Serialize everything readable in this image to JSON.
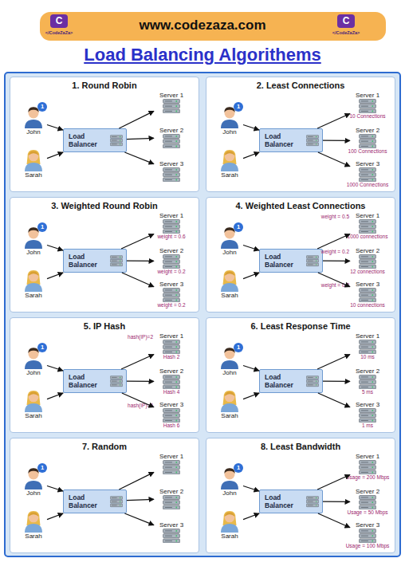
{
  "diagram": {
    "title": "Load Balancing Algorithems",
    "nodes": [
      {
        "text": [
          "1. Round Robin"
        ]
      },
      {
        "text": [
          "John"
        ],
        "in": 0
      },
      {
        "text": [
          "1"
        ],
        "in": 1
      },
      {
        "text": [
          "Sarah"
        ],
        "in": 0
      },
      {
        "text": [
          "Load Balancer"
        ],
        "in": 0
      },
      {
        "text": [
          "Server 1"
        ],
        "in": 0
      },
      {
        "text": [
          "Server 2"
        ],
        "in": 0
      },
      {
        "text": [
          "Server 3"
        ],
        "in": 0
      },
      {
        "text": [
          "2. Least Connections"
        ]
      },
      {
        "text": [
          "John"
        ],
        "in": 8
      },
      {
        "text": [
          "1"
        ],
        "in": 9
      },
      {
        "text": [
          "Sarah"
        ],
        "in": 8
      },
      {
        "text": [
          "Load Balancer"
        ],
        "in": 8
      },
      {
        "text": [
          "Server 1",
          "10 Connections"
        ],
        "in": 8
      },
      {
        "text": [
          "Server 2",
          "100 Connections"
        ],
        "in": 8
      },
      {
        "text": [
          "Server 3",
          "1000 Connections"
        ],
        "in": 8
      },
      {
        "text": [
          "3. Weighted Round Robin"
        ]
      },
      {
        "text": [
          "John"
        ],
        "in": 16
      },
      {
        "text": [
          "1"
        ],
        "in": 17
      },
      {
        "text": [
          "Sarah"
        ],
        "in": 16
      },
      {
        "text": [
          "Load Balancer"
        ],
        "in": 16
      },
      {
        "text": [
          "Server 1",
          "weight = 0.6"
        ],
        "in": 16
      },
      {
        "text": [
          "Server 2",
          "weight = 0.2"
        ],
        "in": 16
      },
      {
        "text": [
          "Server 3",
          "weight = 0.2"
        ],
        "in": 16
      },
      {
        "text": [
          "4. Weighted Least Connections"
        ]
      },
      {
        "text": [
          "John"
        ],
        "in": 24
      },
      {
        "text": [
          "1"
        ],
        "in": 25
      },
      {
        "text": [
          "Sarah"
        ],
        "in": 24
      },
      {
        "text": [
          "Load Balancer"
        ],
        "in": 24
      },
      {
        "text": [
          "Server 1",
          "weight = 0.5",
          "1000 connections"
        ],
        "in": 24
      },
      {
        "text": [
          "Server 2",
          "weight = 0.2",
          "12 connections"
        ],
        "in": 24
      },
      {
        "text": [
          "Server 3",
          "weight = 0.2",
          "10 connections"
        ],
        "in": 24
      },
      {
        "text": [
          "5. IP Hash"
        ]
      },
      {
        "text": [
          "John"
        ],
        "in": 32
      },
      {
        "text": [
          "1"
        ],
        "in": 33
      },
      {
        "text": [
          "Sarah"
        ],
        "in": 32
      },
      {
        "text": [
          "Load Balancer"
        ],
        "in": 32
      },
      {
        "text": [
          "Server 1",
          "hash(IP)=2",
          "Hash 2"
        ],
        "in": 32
      },
      {
        "text": [
          "Server 2",
          "Hash 4"
        ],
        "in": 32
      },
      {
        "text": [
          "Server 3",
          "hash(IP)=6",
          "Hash 6"
        ],
        "in": 32
      },
      {
        "text": [
          "6. Least Response Time"
        ]
      },
      {
        "text": [
          "John"
        ],
        "in": 40
      },
      {
        "text": [
          "1"
        ],
        "in": 41
      },
      {
        "text": [
          "Sarah"
        ],
        "in": 40
      },
      {
        "text": [
          "Load Balancer"
        ],
        "in": 40
      },
      {
        "text": [
          "Server 1",
          "10 ms"
        ],
        "in": 40
      },
      {
        "text": [
          "Server 2",
          "5 ms"
        ],
        "in": 40
      },
      {
        "text": [
          "Server 3",
          "1 ms"
        ],
        "in": 40
      },
      {
        "text": [
          "7. Random"
        ]
      },
      {
        "text": [
          "John"
        ],
        "in": 48
      },
      {
        "text": [
          "1"
        ],
        "in": 49
      },
      {
        "text": [
          "Sarah"
        ],
        "in": 48
      },
      {
        "text": [
          "Load Balancer"
        ],
        "in": 48
      },
      {
        "text": [
          "Server 1"
        ],
        "in": 48
      },
      {
        "text": [
          "Server 2"
        ],
        "in": 48
      },
      {
        "text": [
          "Server 3"
        ],
        "in": 48
      },
      {
        "text": [
          "8. Least Bandwidth"
        ]
      },
      {
        "text": [
          "John"
        ],
        "in": 56
      },
      {
        "text": [
          "1"
        ],
        "in": 57
      },
      {
        "text": [
          "Sarah"
        ],
        "in": 56
      },
      {
        "text": [
          "Load Balancer"
        ],
        "in": 56
      },
      {
        "text": [
          "Server 1",
          "Usage = 200 Mbps"
        ],
        "in": 56
      },
      {
        "text": [
          "Server 2",
          "Usage = 50 Mbps"
        ],
        "in": 56
      },
      {
        "text": [
          "Server 3",
          "Usage = 100 Mbps"
        ],
        "in": 56
      }
    ],
    "edges": [
      {
        "from": 1,
        "to": 4,
        "arrow": "to"
      },
      {
        "from": 3,
        "to": 4,
        "arrow": "to"
      },
      {
        "from": 4,
        "to": 5,
        "arrow": "to"
      },
      {
        "from": 4,
        "to": 6,
        "arrow": "to"
      },
      {
        "from": 4,
        "to": 7,
        "arrow": "to"
      },
      {
        "from": 9,
        "to": 12,
        "arrow": "to"
      },
      {
        "from": 11,
        "to": 12,
        "arrow": "to"
      },
      {
        "from": 12,
        "to": 13,
        "arrow": "to"
      },
      {
        "from": 12,
        "to": 14,
        "arrow": "to"
      },
      {
        "from": 12,
        "to": 15,
        "arrow": "to"
      },
      {
        "from": 17,
        "to": 20,
        "arrow": "to"
      },
      {
        "from": 19,
        "to": 20,
        "arrow": "to"
      },
      {
        "from": 20,
        "to": 21,
        "arrow": "to"
      },
      {
        "from": 20,
        "to": 22,
        "arrow": "to"
      },
      {
        "from": 20,
        "to": 23,
        "arrow": "to"
      },
      {
        "from": 25,
        "to": 28,
        "arrow": "to"
      },
      {
        "from": 27,
        "to": 28,
        "arrow": "to"
      },
      {
        "from": 28,
        "to": 29,
        "arrow": "to"
      },
      {
        "from": 28,
        "to": 30,
        "arrow": "to"
      },
      {
        "from": 28,
        "to": 31,
        "arrow": "to"
      },
      {
        "from": 33,
        "to": 36,
        "arrow": "to"
      },
      {
        "from": 35,
        "to": 36,
        "arrow": "to"
      },
      {
        "from": 36,
        "to": 37,
        "arrow": "to"
      },
      {
        "from": 36,
        "to": 38,
        "arrow": "to"
      },
      {
        "from": 36,
        "to": 39,
        "arrow": "to"
      },
      {
        "from": 41,
        "to": 44,
        "arrow": "to"
      },
      {
        "from": 43,
        "to": 44,
        "arrow": "to"
      },
      {
        "from": 44,
        "to": 45,
        "arrow": "to"
      },
      {
        "from": 44,
        "to": 46,
        "arrow": "to"
      },
      {
        "from": 44,
        "to": 47,
        "arrow": "to"
      },
      {
        "from": 49,
        "to": 52,
        "arrow": "to"
      },
      {
        "from": 51,
        "to": 52,
        "arrow": "to"
      },
      {
        "from": 52,
        "to": 53,
        "arrow": "to"
      },
      {
        "from": 52,
        "to": 54,
        "arrow": "to"
      },
      {
        "from": 52,
        "to": 55,
        "arrow": "to"
      },
      {
        "from": 57,
        "to": 60,
        "arrow": "to"
      },
      {
        "from": 59,
        "to": 60,
        "arrow": "to"
      },
      {
        "from": 60,
        "to": 61,
        "arrow": "to"
      },
      {
        "from": 60,
        "to": 62,
        "arrow": "to"
      },
      {
        "from": 60,
        "to": 63,
        "arrow": "to"
      }
    ],
    "labels": [
      "www.codezaza.com",
      "C",
      "</CodeZaZa>",
      "C",
      "</CodeZaZa>"
    ]
  }
}
